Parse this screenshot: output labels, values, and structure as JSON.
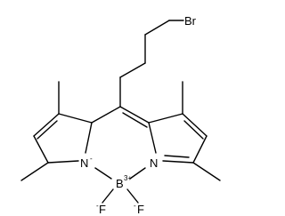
{
  "structure": {
    "atoms": {
      "bromine": "Br",
      "boron": "B",
      "boron_charge": "3+",
      "nitrogen_left": "N",
      "nitrogen_left_charge": "-",
      "nitrogen_right": "N",
      "fluorine_left": "F",
      "fluorine_left_charge": "-",
      "fluorine_right": "F",
      "fluorine_right_charge": "-"
    }
  }
}
